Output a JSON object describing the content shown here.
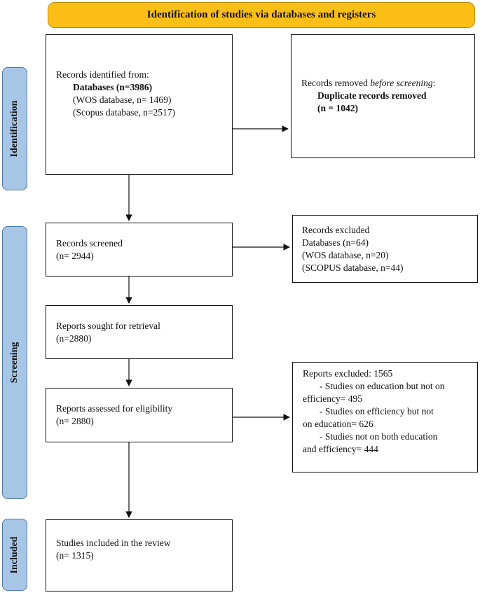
{
  "header": "Identification of studies via databases and registers",
  "phases": {
    "identification": "Identification",
    "screening": "Screening",
    "included": "Included"
  },
  "identified": {
    "intro": "Records identified from:",
    "databases": "Databases (n=3986)",
    "wos": "(WOS database, n= 1469)",
    "scopus": "(Scopus database, n=2517)"
  },
  "removed": {
    "intro_prefix": "Records removed ",
    "intro_italic": "before screening",
    "intro_suffix": ":",
    "duplicates": "Duplicate records removed",
    "count": "(n = 1042)"
  },
  "screened": {
    "label": "Records screened",
    "count": "(n= 2944)"
  },
  "excluded": {
    "label": "Records excluded",
    "databases": "Databases (n=64)",
    "wos": "(WOS database, n=20)",
    "scopus": "(SCOPUS database, n=44)"
  },
  "sought": {
    "label": "Reports sought for retrieval",
    "count": "(n=2880)"
  },
  "assessed": {
    "label": "Reports assessed for eligibility",
    "count": "(n= 2880)"
  },
  "reports_excluded": {
    "title": "Reports excluded: 1565",
    "r1a": "- Studies on education but not on",
    "r1b": "efficiency= 495",
    "r2a": "- Studies on efficiency but not",
    "r2b": "on education= 626",
    "r3a": "- Studies not on both education",
    "r3b": "and efficiency= 444"
  },
  "included": {
    "label": "Studies included in the review",
    "count": "(n= 1315)"
  }
}
